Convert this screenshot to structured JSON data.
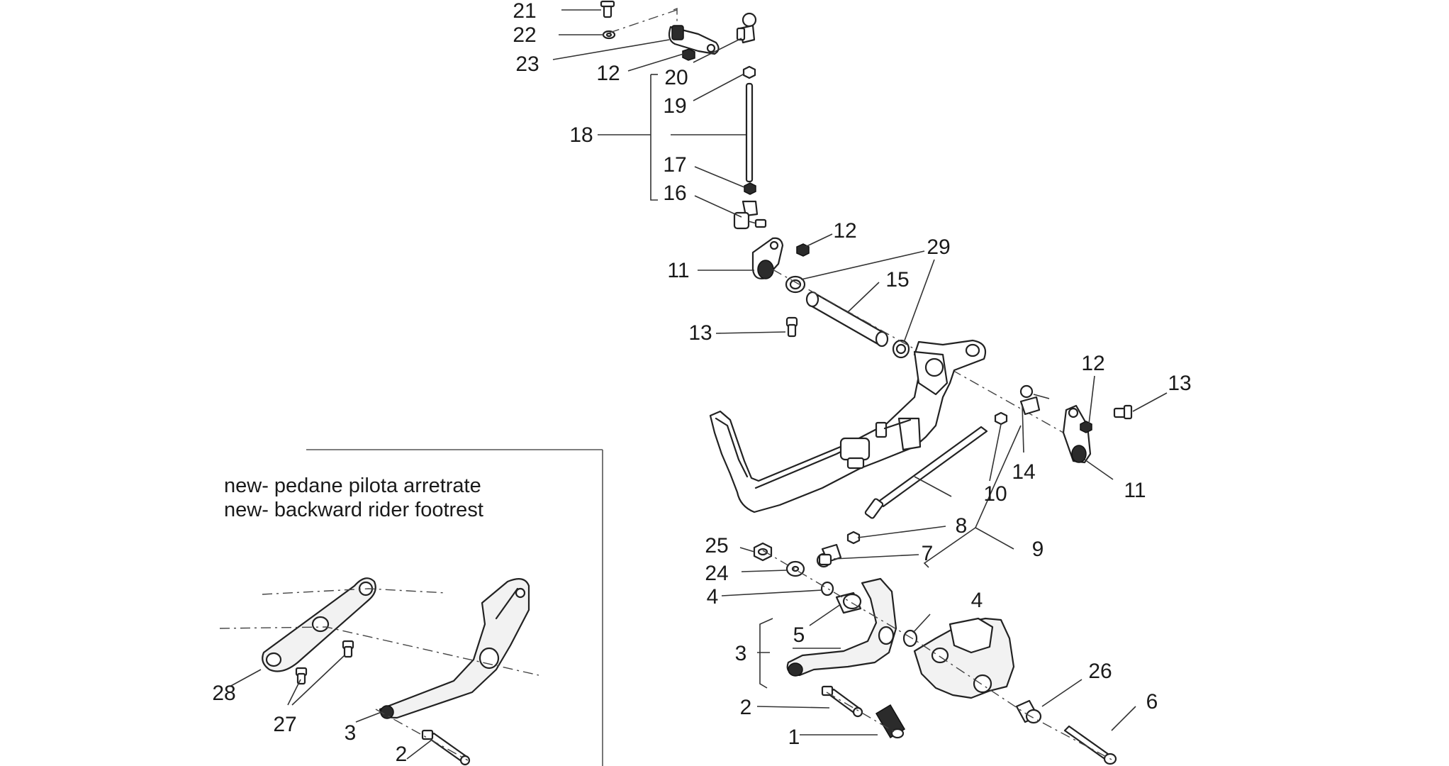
{
  "caption": {
    "line1": "new- pedane pilota arretrate",
    "line2": "new- backward rider footrest"
  },
  "callouts": [
    {
      "key": "c21",
      "text": "21"
    },
    {
      "key": "c22",
      "text": "22"
    },
    {
      "key": "c23",
      "text": "23"
    },
    {
      "key": "c12a",
      "text": "12"
    },
    {
      "key": "c20",
      "text": "20"
    },
    {
      "key": "c19",
      "text": "19"
    },
    {
      "key": "c18",
      "text": "18"
    },
    {
      "key": "c17",
      "text": "17"
    },
    {
      "key": "c16",
      "text": "16"
    },
    {
      "key": "c12b",
      "text": "12"
    },
    {
      "key": "c29",
      "text": "29"
    },
    {
      "key": "c11a",
      "text": "11"
    },
    {
      "key": "c15",
      "text": "15"
    },
    {
      "key": "c13a",
      "text": "13"
    },
    {
      "key": "c12c",
      "text": "12"
    },
    {
      "key": "c13b",
      "text": "13"
    },
    {
      "key": "c14",
      "text": "14"
    },
    {
      "key": "c11b",
      "text": "11"
    },
    {
      "key": "c10",
      "text": "10"
    },
    {
      "key": "c8",
      "text": "8"
    },
    {
      "key": "c25",
      "text": "25"
    },
    {
      "key": "c7",
      "text": "7"
    },
    {
      "key": "c9",
      "text": "9"
    },
    {
      "key": "c24",
      "text": "24"
    },
    {
      "key": "c4a",
      "text": "4"
    },
    {
      "key": "c5",
      "text": "5"
    },
    {
      "key": "c4b",
      "text": "4"
    },
    {
      "key": "c3a",
      "text": "3"
    },
    {
      "key": "c26",
      "text": "26"
    },
    {
      "key": "c6",
      "text": "6"
    },
    {
      "key": "c2a",
      "text": "2"
    },
    {
      "key": "c1",
      "text": "1"
    },
    {
      "key": "c28",
      "text": "28"
    },
    {
      "key": "c27",
      "text": "27"
    },
    {
      "key": "c3b",
      "text": "3"
    },
    {
      "key": "c2b",
      "text": "2"
    }
  ]
}
